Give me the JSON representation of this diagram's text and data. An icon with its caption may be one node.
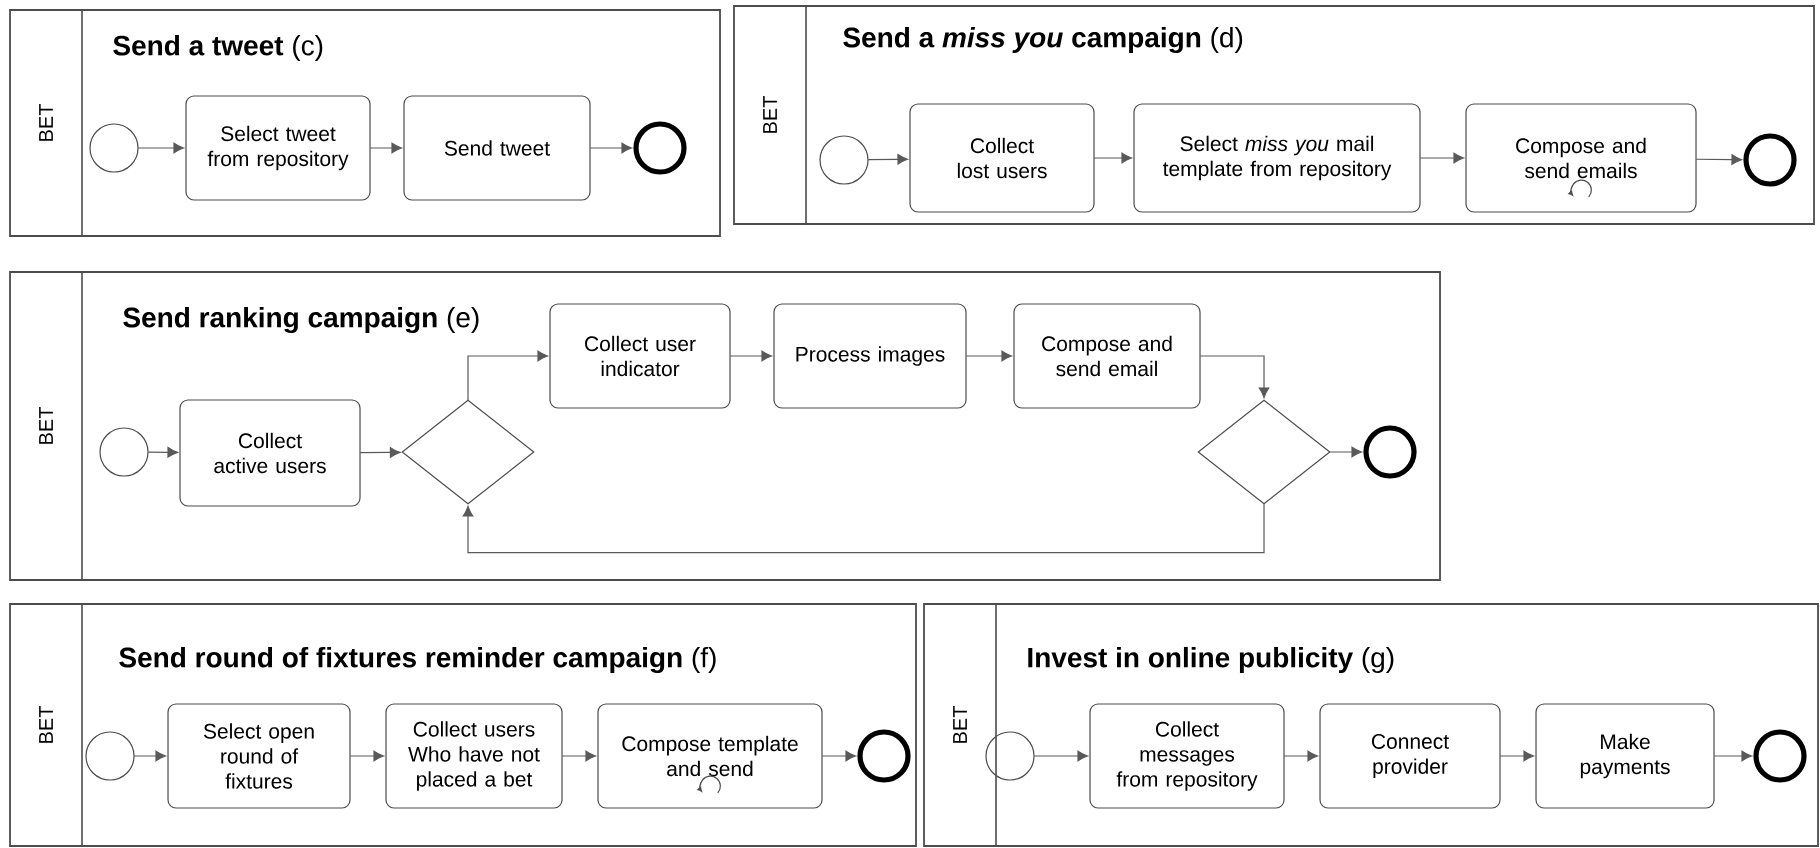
{
  "diagram": {
    "nodes": [
      {
        "text": [
          "BET",
          "**Send a tweet** (c)"
        ]
      },
      {
        "text": [],
        "shape": "circle",
        "in": 0
      },
      {
        "text": [
          "Select tweet from repository"
        ],
        "in": 0
      },
      {
        "text": [
          "Send tweet"
        ],
        "in": 0
      },
      {
        "text": [],
        "shape": "circle",
        "in": 0
      },
      {
        "text": [
          "BET",
          "**Send a *miss you* campaign** (d)"
        ]
      },
      {
        "text": [],
        "shape": "circle",
        "in": 5
      },
      {
        "text": [
          "Collect lost users"
        ],
        "in": 5
      },
      {
        "text": [
          "Select *miss you* mail template from repository"
        ],
        "in": 5
      },
      {
        "text": [
          "Compose and send emails"
        ],
        "in": 5
      },
      {
        "text": [],
        "shape": "circle",
        "in": 5
      },
      {
        "text": [
          "BET",
          "**Send ranking campaign** (e)"
        ]
      },
      {
        "text": [],
        "shape": "circle",
        "in": 11
      },
      {
        "text": [
          "Collect active users"
        ],
        "in": 11
      },
      {
        "text": [],
        "shape": "diamond",
        "in": 11
      },
      {
        "text": [
          "Collect user indicator"
        ],
        "in": 11
      },
      {
        "text": [
          "Process images"
        ],
        "in": 11
      },
      {
        "text": [
          "Compose and send email"
        ],
        "in": 11
      },
      {
        "text": [],
        "shape": "diamond",
        "in": 11
      },
      {
        "text": [],
        "shape": "circle",
        "in": 11
      },
      {
        "text": [
          "BET",
          "**Send round of fixtures reminder campaign** (f)"
        ]
      },
      {
        "text": [],
        "shape": "circle",
        "in": 20
      },
      {
        "text": [
          "Select open round of fixtures"
        ],
        "in": 20
      },
      {
        "text": [
          "Collect users Who have not placed a bet"
        ],
        "in": 20
      },
      {
        "text": [
          "Compose template and send"
        ],
        "in": 20
      },
      {
        "text": [],
        "shape": "circle",
        "in": 20
      },
      {
        "text": [
          "BET",
          "**Invest in online publicity** (g)"
        ]
      },
      {
        "text": [],
        "shape": "circle",
        "in": 26
      },
      {
        "text": [
          "Collect messages from repository"
        ],
        "in": 26
      },
      {
        "text": [
          "Connect provider"
        ],
        "in": 26
      },
      {
        "text": [
          "Make payments"
        ],
        "in": 26
      },
      {
        "text": [],
        "shape": "circle",
        "in": 26
      }
    ],
    "edges": [
      {
        "from": 1,
        "to": 2,
        "arrow": "to"
      },
      {
        "from": 2,
        "to": 3,
        "arrow": "to"
      },
      {
        "from": 3,
        "to": 4,
        "arrow": "to"
      },
      {
        "from": 6,
        "to": 7,
        "arrow": "to"
      },
      {
        "from": 7,
        "to": 8,
        "arrow": "to"
      },
      {
        "from": 8,
        "to": 9,
        "arrow": "to"
      },
      {
        "from": 9,
        "to": 10,
        "arrow": "to"
      },
      {
        "from": 12,
        "to": 13,
        "arrow": "to"
      },
      {
        "from": 13,
        "to": 14,
        "arrow": "to"
      },
      {
        "from": 14,
        "to": 15,
        "arrow": "to"
      },
      {
        "from": 15,
        "to": 16,
        "arrow": "to"
      },
      {
        "from": 16,
        "to": 17,
        "arrow": "to"
      },
      {
        "from": 17,
        "to": 18,
        "arrow": "to"
      },
      {
        "from": 18,
        "to": 19,
        "arrow": "to"
      },
      {
        "from": 18,
        "to": 14,
        "arrow": "to"
      },
      {
        "from": 21,
        "to": 22,
        "arrow": "to"
      },
      {
        "from": 22,
        "to": 23,
        "arrow": "to"
      },
      {
        "from": 23,
        "to": 24,
        "arrow": "to"
      },
      {
        "from": 24,
        "to": 25,
        "arrow": "to"
      },
      {
        "from": 27,
        "to": 28,
        "arrow": "to"
      },
      {
        "from": 28,
        "to": 29,
        "arrow": "to"
      },
      {
        "from": 29,
        "to": 30,
        "arrow": "to"
      },
      {
        "from": 30,
        "to": 31,
        "arrow": "to"
      }
    ]
  }
}
